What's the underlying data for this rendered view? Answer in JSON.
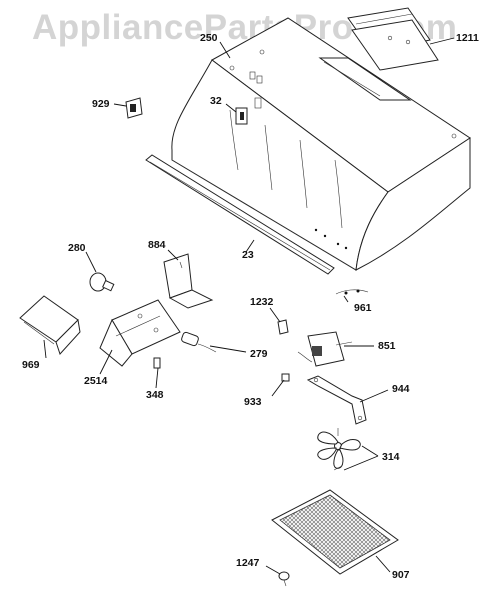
{
  "watermark": "AppliancePartsPros.com",
  "colors": {
    "line": "#111111",
    "watermark": "#d4d4d4",
    "filter_mesh": "#777777"
  },
  "callouts": [
    {
      "id": "c250",
      "text": "250"
    },
    {
      "id": "c1211",
      "text": "1211"
    },
    {
      "id": "c929",
      "text": "929"
    },
    {
      "id": "c32",
      "text": "32"
    },
    {
      "id": "c23",
      "text": "23"
    },
    {
      "id": "c280",
      "text": "280"
    },
    {
      "id": "c884",
      "text": "884"
    },
    {
      "id": "c1232",
      "text": "1232"
    },
    {
      "id": "c961",
      "text": "961"
    },
    {
      "id": "c969",
      "text": "969"
    },
    {
      "id": "c2514",
      "text": "2514"
    },
    {
      "id": "c279",
      "text": "279"
    },
    {
      "id": "c851",
      "text": "851"
    },
    {
      "id": "c348",
      "text": "348"
    },
    {
      "id": "c933",
      "text": "933"
    },
    {
      "id": "c944",
      "text": "944"
    },
    {
      "id": "c314",
      "text": "314"
    },
    {
      "id": "c1247",
      "text": "1247"
    },
    {
      "id": "c907",
      "text": "907"
    }
  ]
}
